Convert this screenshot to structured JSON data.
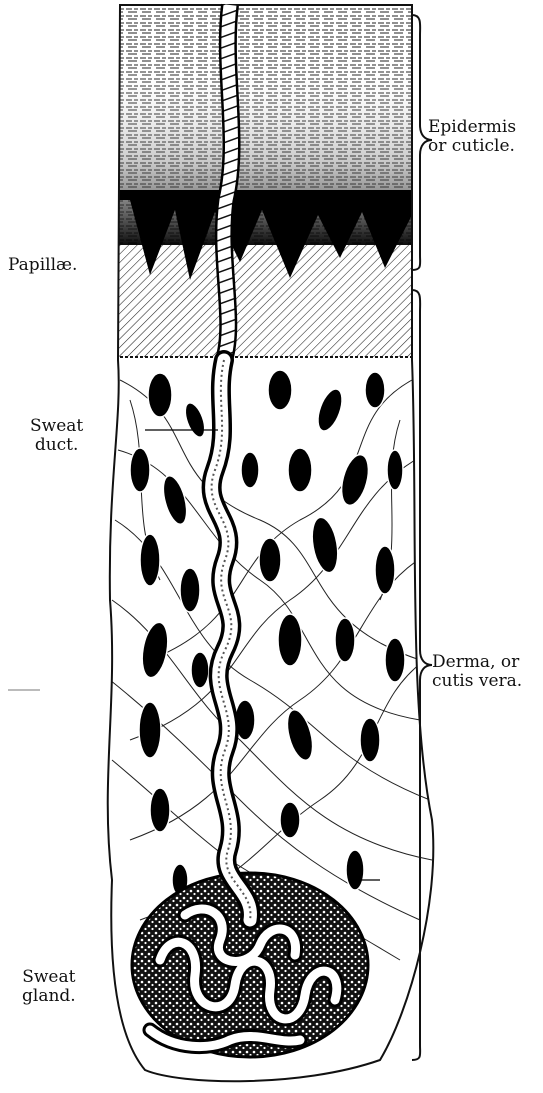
{
  "figure": {
    "labels": {
      "epidermis": [
        "Epidermis",
        "or cuticle."
      ],
      "papillae": "Papillæ.",
      "sweat_duct": [
        "Sweat",
        "duct."
      ],
      "derma": [
        "Derma, or",
        "cutis vera."
      ],
      "sweat_gland": [
        "Sweat",
        "gland."
      ]
    }
  }
}
